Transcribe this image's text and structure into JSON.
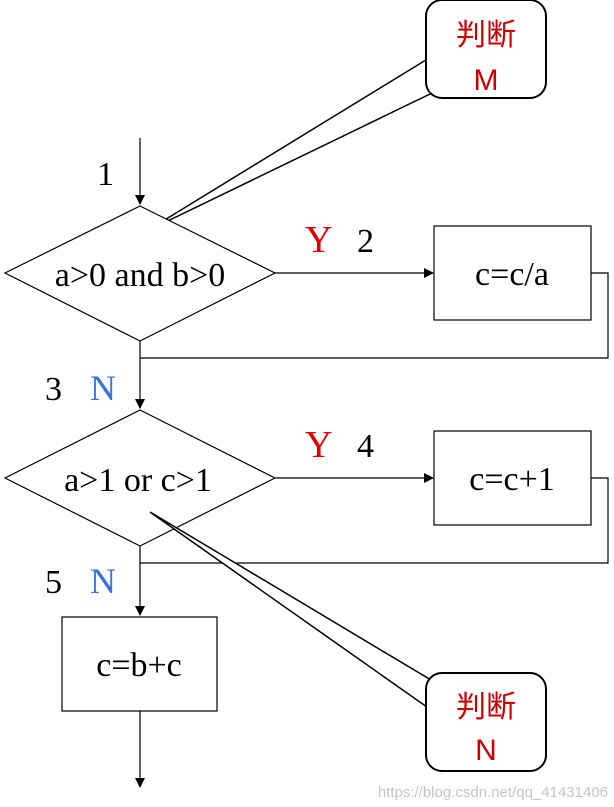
{
  "flowchart": {
    "decision_1": {
      "label": "a>0 and b>0"
    },
    "decision_2": {
      "label": "a>1 or c>1"
    },
    "process_1": {
      "label": "c=c/a"
    },
    "process_2": {
      "label": "c=c+1"
    },
    "process_3": {
      "label": "c=b+c"
    },
    "edges": {
      "edge_1": {
        "number": "1"
      },
      "edge_2": {
        "number": "2",
        "condition": "Y"
      },
      "edge_3": {
        "number": "3",
        "condition": "N"
      },
      "edge_4": {
        "number": "4",
        "condition": "Y"
      },
      "edge_5": {
        "number": "5",
        "condition": "N"
      }
    },
    "callouts": {
      "callout_m": {
        "title": "判断",
        "id": "M"
      },
      "callout_n": {
        "title": "判断",
        "id": "N"
      }
    }
  },
  "watermark": {
    "text": "https://blog.csdn.net/qq_41431406"
  },
  "colors": {
    "yes": "#e00000",
    "no": "#3a6fe8",
    "callout_text": "#cc0000",
    "line": "#000000"
  }
}
